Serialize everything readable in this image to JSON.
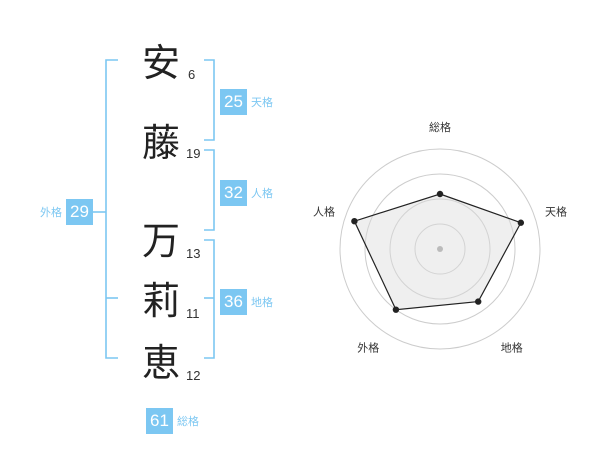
{
  "name": {
    "characters": [
      {
        "char": "安",
        "strokes": "6"
      },
      {
        "char": "藤",
        "strokes": "19"
      },
      {
        "char": "万",
        "strokes": "13"
      },
      {
        "char": "莉",
        "strokes": "11"
      },
      {
        "char": "恵",
        "strokes": "12"
      }
    ]
  },
  "kakusu": {
    "tenkaku": {
      "value": "25",
      "label": "天格"
    },
    "jinkaku": {
      "value": "32",
      "label": "人格"
    },
    "chikaku": {
      "value": "36",
      "label": "地格"
    },
    "gaikaku": {
      "value": "29",
      "label": "外格"
    },
    "soukaku": {
      "value": "61",
      "label": "総格"
    }
  },
  "colors": {
    "accent": "#7cc7f2",
    "text": "#222222",
    "radar_fill": "#eeeeee"
  },
  "chart_data": {
    "type": "radar",
    "axes": [
      "総格",
      "天格",
      "地格",
      "外格",
      "人格"
    ],
    "values": [
      0.55,
      0.85,
      0.65,
      0.75,
      0.9
    ],
    "rings": 4
  }
}
